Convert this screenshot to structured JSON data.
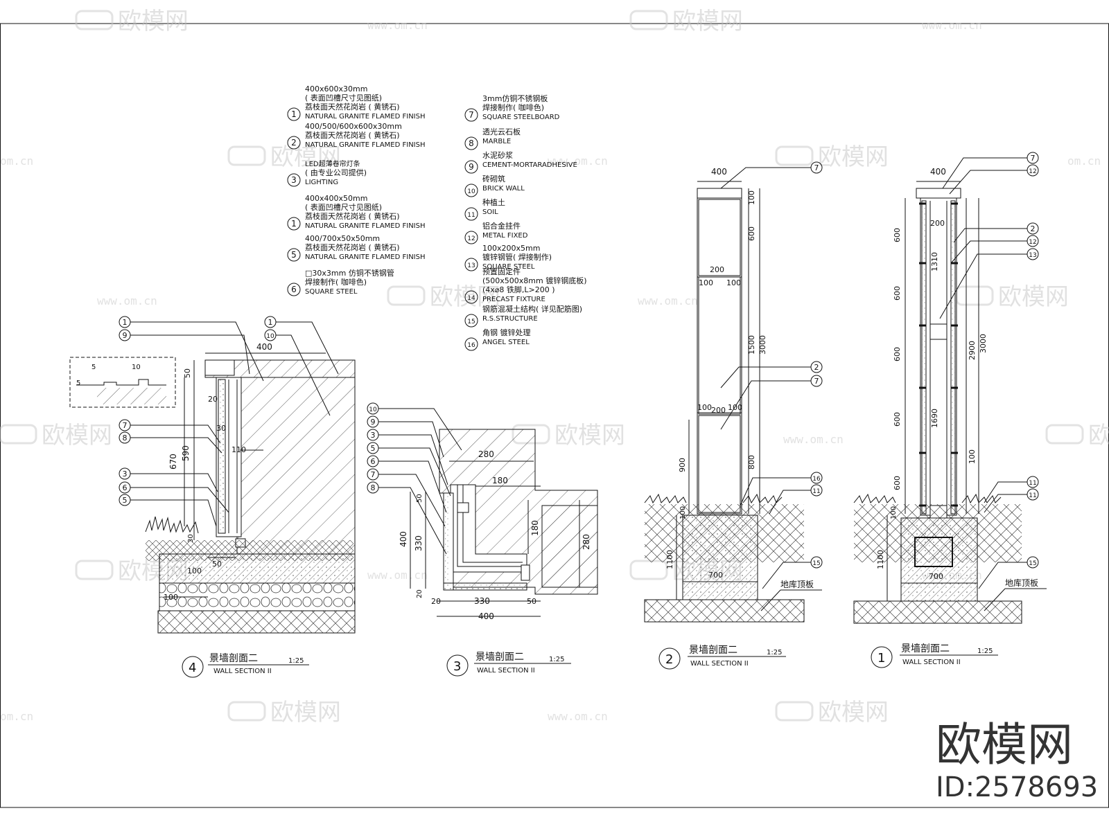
{
  "legend": [
    {
      "num": "1",
      "lines": [
        "400x600x30mm",
        "( 表面凹槽尺寸见图纸)",
        "荔枝面天然花岗岩 ( 黄锈石)",
        "NATURAL GRANITE FLAMED FINISH"
      ]
    },
    {
      "num": "2",
      "lines": [
        "400/500/600x600x30mm",
        "荔枝面天然花岗岩 ( 黄锈石)",
        "NATURAL GRANITE FLAMED FINISH"
      ]
    },
    {
      "num": "3",
      "lines": [
        "LED超薄卷帘灯条",
        "( 由专业公司提供)",
        "LIGHTING"
      ]
    },
    {
      "num": "1",
      "lines": [
        "400x400x50mm",
        "( 表面凹槽尺寸见图纸)",
        "荔枝面天然花岗岩 ( 黄锈石)",
        "NATURAL GRANITE FLAMED FINISH"
      ]
    },
    {
      "num": "5",
      "lines": [
        "400/700x50x50mm",
        "荔枝面天然花岗岩 ( 黄锈石)",
        "NATURAL GRANITE FLAMED FINISH"
      ]
    },
    {
      "num": "6",
      "lines": [
        "□30x3mm 仿铜不锈钢管",
        "焊接制作( 咖啡色)",
        "SQUARE STEEL"
      ]
    },
    {
      "num": "7",
      "lines": [
        "3mm仿铜不锈钢板",
        "焊接制作( 咖啡色)",
        "SQUARE STEELBOARD"
      ]
    },
    {
      "num": "8",
      "lines": [
        "透光云石板",
        "MARBLE"
      ]
    },
    {
      "num": "9",
      "lines": [
        "水泥砂浆",
        "CEMENT-MORTARADHESIVE"
      ]
    },
    {
      "num": "10",
      "lines": [
        "砖砌筑",
        "BRICK WALL"
      ]
    },
    {
      "num": "11",
      "lines": [
        "种植土",
        "SOIL"
      ]
    },
    {
      "num": "12",
      "lines": [
        "铝合金挂件",
        "METAL FIXED"
      ]
    },
    {
      "num": "13",
      "lines": [
        "100x200x5mm",
        "镀锌钢管( 焊接制作)",
        "SQUARE STEEL"
      ]
    },
    {
      "num": "14",
      "lines": [
        "预置固定件",
        "(500x500x8mm 镀锌钢底板)",
        "(4x⌀8 铁脚,L>200 )",
        "PRECAST FIXTURE"
      ]
    },
    {
      "num": "15",
      "lines": [
        "钢筋混凝土结构( 详见配筋图)",
        "R.S.STRUCTURE"
      ]
    },
    {
      "num": "16",
      "lines": [
        "角钢 镀锌处理",
        "ANGEL STEEL"
      ]
    }
  ],
  "sections": {
    "s4": {
      "num": "4",
      "title": "景墙剖面二",
      "scale": "1:25",
      "sub": "WALL SECTION II",
      "dims": {
        "top": "400",
        "h1": "670",
        "h2": "590",
        "small1": "50",
        "d20": "20",
        "d30": "30",
        "d110": "110",
        "d50": "50",
        "b100": "100",
        "b100b": "100",
        "b30": "30",
        "det5a": "5",
        "det10": "10",
        "det5b": "5"
      },
      "callouts": [
        "1",
        "9",
        "7",
        "8",
        "3",
        "6",
        "5",
        "1",
        "10"
      ]
    },
    "s3": {
      "num": "3",
      "title": "景墙剖面二",
      "scale": "1:25",
      "sub": "WALL SECTION II",
      "dims": {
        "w280": "280",
        "w180": "180",
        "h180": "180",
        "h280": "280",
        "h400": "400",
        "h330": "330",
        "h50": "50",
        "h20": "20",
        "b20": "20",
        "b330": "330",
        "b50": "50",
        "b400": "400"
      },
      "callouts": [
        "10",
        "9",
        "3",
        "5",
        "6",
        "7",
        "8"
      ]
    },
    "s2": {
      "num": "2",
      "title": "景墙剖面二",
      "scale": "1:25",
      "sub": "WALL SECTION II",
      "dims": {
        "top400": "400",
        "d100a": "100",
        "d600": "600",
        "d200a": "200",
        "d100b": "100",
        "d100c": "100",
        "d1500": "1500",
        "d3000": "3000",
        "d100d": "100",
        "d200b": "200",
        "d100e": "100",
        "d900": "900",
        "d800": "800",
        "d100f": "100",
        "d1100": "1100",
        "d700": "700"
      },
      "callouts": [
        "7",
        "2",
        "7",
        "16",
        "11",
        "15"
      ],
      "slab": "地库顶板"
    },
    "s1": {
      "num": "1",
      "title": "景墙剖面二",
      "scale": "1:25",
      "sub": "WALL SECTION II",
      "dims": {
        "top400": "400",
        "d200": "200",
        "d600a": "600",
        "d1310": "1310",
        "d600b": "600",
        "d600c": "600",
        "d2900": "2900",
        "d3000": "3000",
        "d600d": "600",
        "d1690": "1690",
        "d100": "100",
        "d600e": "600",
        "d100b": "100",
        "d1100": "1100",
        "d700": "700"
      },
      "callouts": [
        "7",
        "12",
        "2",
        "12",
        "13",
        "11",
        "11",
        "15"
      ],
      "slab": "地库顶板"
    }
  },
  "watermark": {
    "brand": "欧模网",
    "url": "www.om.cn",
    "url_short": "om.cn",
    "id": "ID:2578693"
  }
}
